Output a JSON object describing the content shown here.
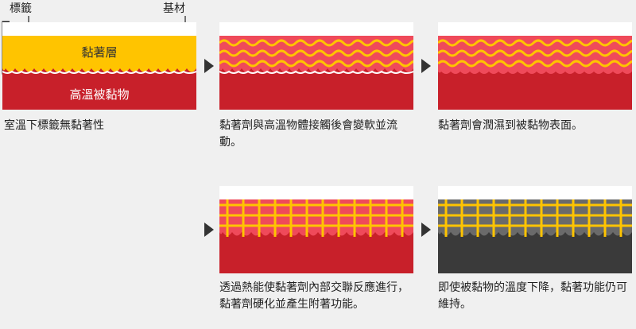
{
  "labels": {
    "label_text": "標籤",
    "substrate_text": "基材"
  },
  "panel1": {
    "adhesive_layer": "黏著層",
    "hot_object": "高溫被黏物"
  },
  "steps": [
    {
      "caption": "室溫下標籤無黏著性"
    },
    {
      "caption": "黏著劑與高溫物體接觸後會變軟並流動。"
    },
    {
      "caption": "黏著劑會潤濕到被黏物表面。"
    },
    {
      "caption": "透過熱能使黏著劑內部交聯反應進行，黏著劑硬化並產生附著功能。"
    },
    {
      "caption": "即使被黏物的溫度下降，黏著功能仍可維持。"
    }
  ],
  "colors": {
    "substrate": "#ffffff",
    "adhesive": "#ffc400",
    "hot_object": "#c8202a",
    "cooled_object": "#3a3a3a",
    "softened_adhesive": "#ef4a5a",
    "wave_line": "#ffc400"
  }
}
